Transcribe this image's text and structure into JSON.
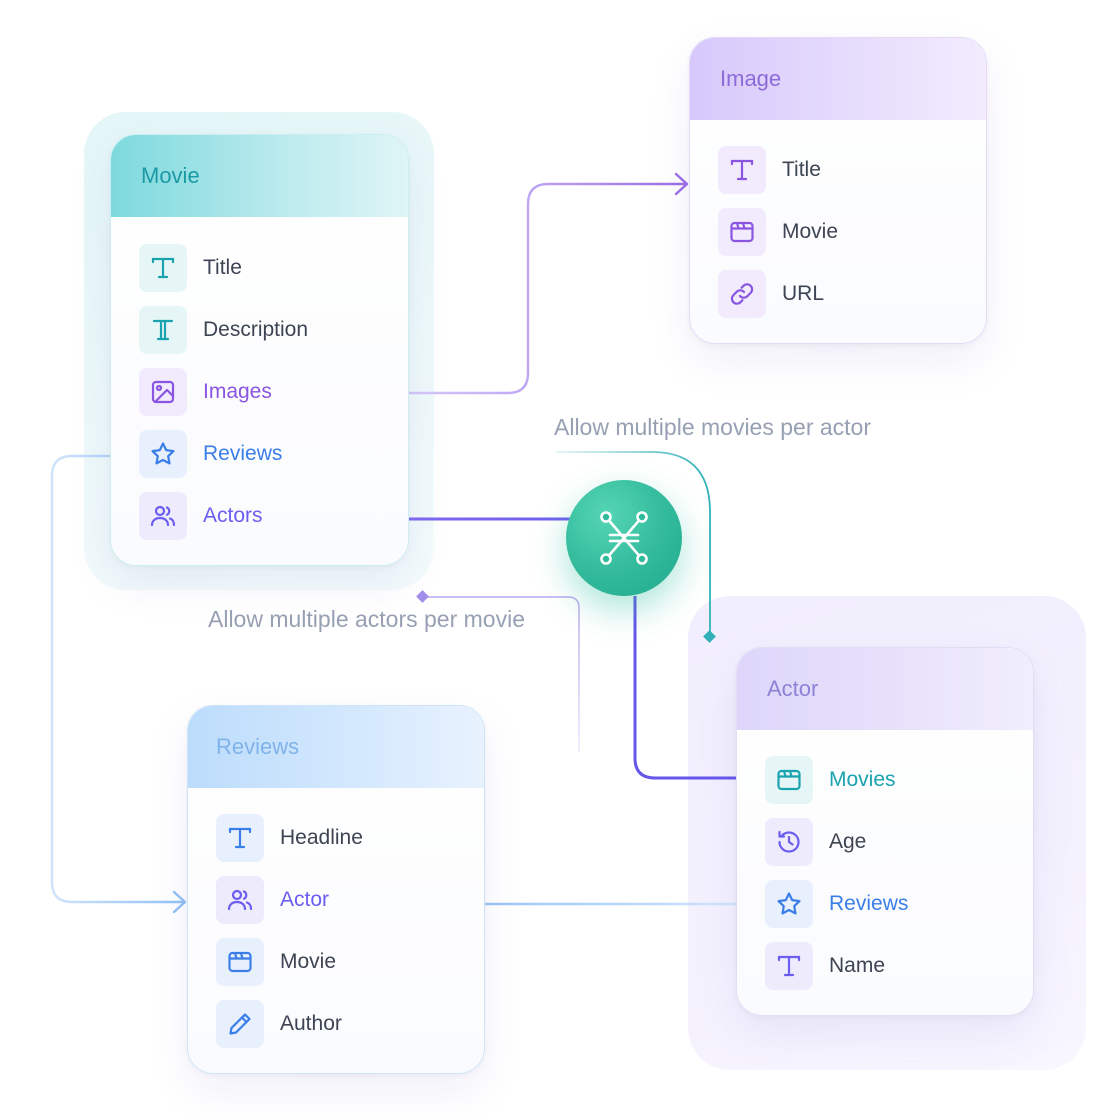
{
  "models": {
    "movie": {
      "title": "Movie",
      "fields": [
        {
          "label": "Title",
          "icon": "text-icon"
        },
        {
          "label": "Description",
          "icon": "rich-text-icon"
        },
        {
          "label": "Images",
          "icon": "image-icon"
        },
        {
          "label": "Reviews",
          "icon": "star-icon"
        },
        {
          "label": "Actors",
          "icon": "users-icon"
        }
      ]
    },
    "image": {
      "title": "Image",
      "fields": [
        {
          "label": "Title",
          "icon": "text-icon"
        },
        {
          "label": "Movie",
          "icon": "window-icon"
        },
        {
          "label": "URL",
          "icon": "link-icon"
        }
      ]
    },
    "reviews": {
      "title": "Reviews",
      "fields": [
        {
          "label": "Headline",
          "icon": "text-icon"
        },
        {
          "label": "Actor",
          "icon": "users-icon"
        },
        {
          "label": "Movie",
          "icon": "window-icon"
        },
        {
          "label": "Author",
          "icon": "pencil-icon"
        }
      ]
    },
    "actor": {
      "title": "Actor",
      "fields": [
        {
          "label": "Movies",
          "icon": "window-icon"
        },
        {
          "label": "Age",
          "icon": "clock-refresh-icon"
        },
        {
          "label": "Reviews",
          "icon": "star-icon"
        },
        {
          "label": "Name",
          "icon": "text-icon"
        }
      ]
    }
  },
  "annotations": {
    "movies_per_actor": "Allow multiple movies per actor",
    "actors_per_movie": "Allow multiple actors per movie"
  },
  "hub": {
    "icon": "many-to-many-icon"
  },
  "colors": {
    "teal": "#1aa3ae",
    "purple": "#8a55e0",
    "violet": "#6b5ef0",
    "blue": "#3a7ee8",
    "hub_green": "#2fbb9b",
    "label_gray": "#3d4453",
    "note_gray": "#97a0b3"
  }
}
